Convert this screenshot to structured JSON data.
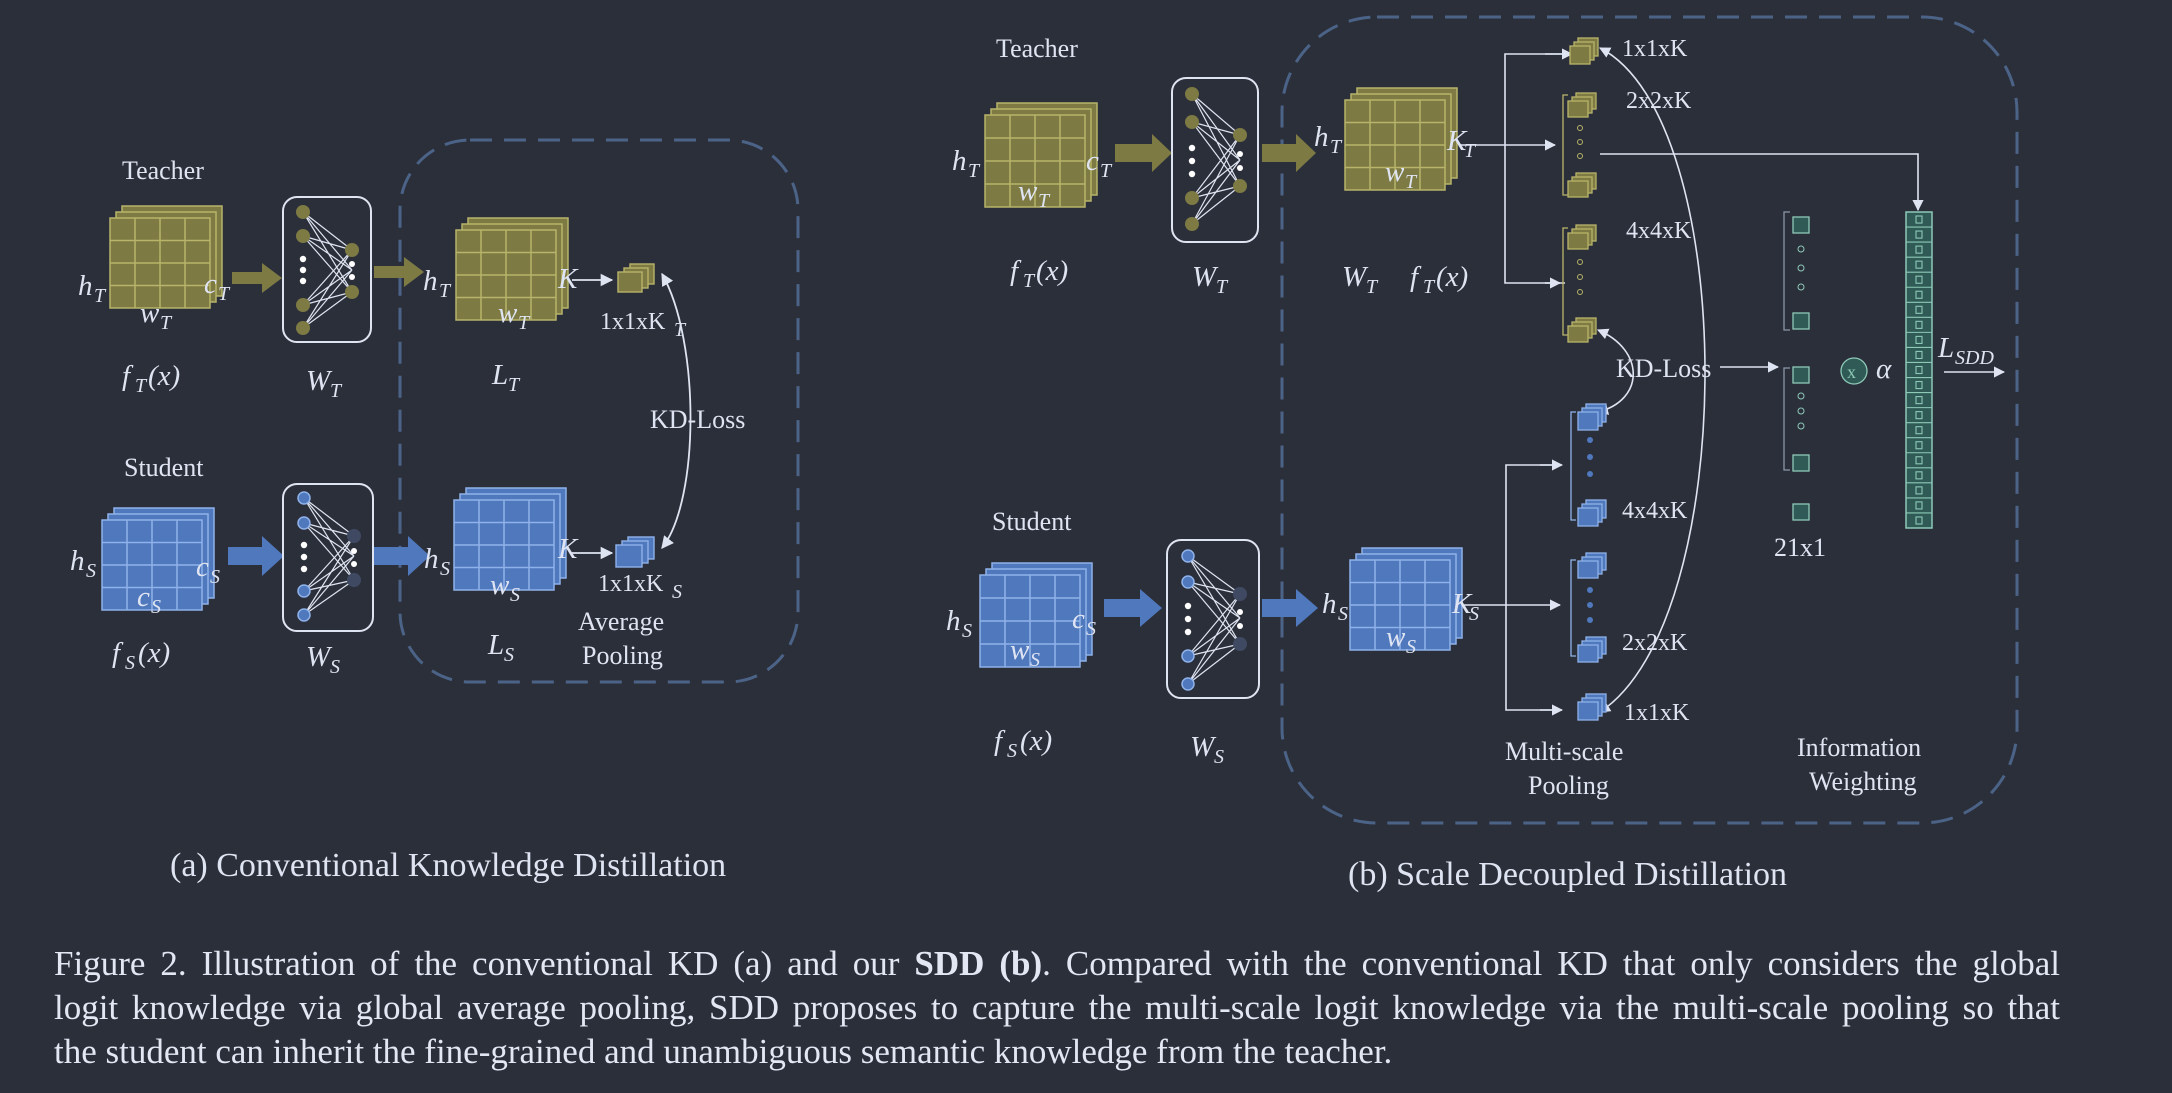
{
  "colors": {
    "background": "#2b2f3a",
    "teacher": "#7d7a44",
    "teacher_edge": "#b8b46a",
    "student": "#4f78bd",
    "student_edge": "#8fb2ea",
    "dashed_box": "#4c6388",
    "weight_bar": "#2f5a55",
    "text": "#dfe4f2"
  },
  "panel_a": {
    "teacher_label": "Teacher",
    "student_label": "Student",
    "h": "h",
    "w": "w",
    "c": "c",
    "K": "K",
    "T": "T",
    "S": "S",
    "f_T": "f",
    "x_arg": "(x)",
    "W": "W",
    "L": "L",
    "teacher_pool_label": "1x1xK",
    "student_pool_label": "1x1xK",
    "kd_loss": "KD-Loss",
    "pooling_line1": "Average",
    "pooling_line2": "Pooling",
    "title": "(a) Conventional Knowledge Distillation"
  },
  "panel_b": {
    "teacher_label": "Teacher",
    "student_label": "Student",
    "scale_1": "1x1xK",
    "scale_2": "2x2xK",
    "scale_4": "4x4xK",
    "scale_1_s": "1x1xK",
    "scale_2_s": "2x2xK",
    "scale_4_s": "4x4xK",
    "kd_loss": "KD-Loss",
    "alpha": "α",
    "times": "x",
    "vector_size": "21x1",
    "loss_main": "L",
    "loss_sub": "SDD",
    "multi_scale_1": "Multi-scale",
    "multi_scale_2": "Pooling",
    "info_1": "Information",
    "info_2": "Weighting",
    "title": "(b) Scale Decoupled Distillation"
  },
  "caption": {
    "line1_pre": "Figure 2.  Illustration of the conventional KD (a) and our ",
    "line1_bold": "SDD (b)",
    "line1_post": ".  Compared with the conventional KD that only considers the global",
    "line2": "logit knowledge via global average pooling, SDD proposes to capture the multi-scale logit knowledge via the multi-scale pooling so that",
    "line3": "the student can inherit the fine-grained and unambiguous semantic knowledge from the teacher."
  }
}
